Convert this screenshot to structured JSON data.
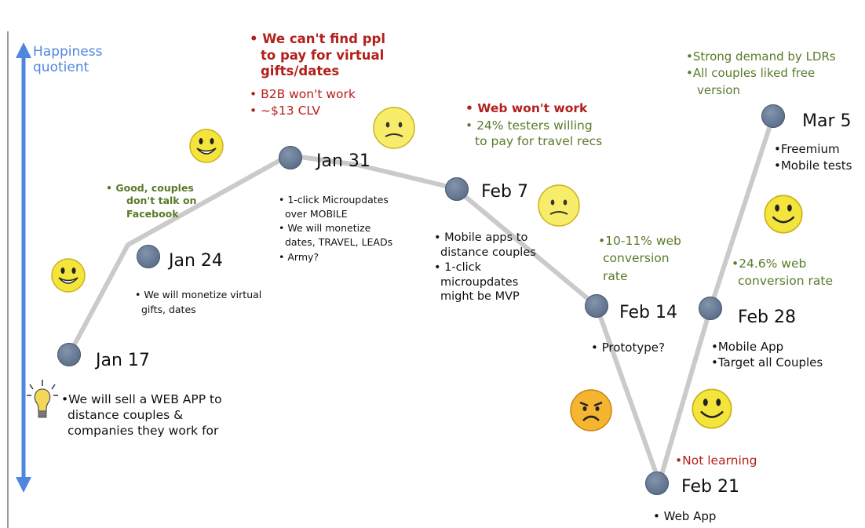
{
  "axis": {
    "label_line1": "Happiness",
    "label_line2": "quotient"
  },
  "milestones": [
    {
      "id": "jan17",
      "date": "Jan 17",
      "notes": [
        "•We will sell a WEB APP to",
        "distance couples &",
        "companies they work for"
      ]
    },
    {
      "id": "jan24",
      "date": "Jan 24",
      "notes": [
        "• We will monetize virtual",
        "gifts, dates"
      ]
    },
    {
      "id": "jan31",
      "date": "Jan 31",
      "notes": [
        "• 1-click Microupdates",
        "over MOBILE",
        "• We will monetize",
        "dates, TRAVEL, LEADs",
        "• Army?"
      ]
    },
    {
      "id": "feb7",
      "date": "Feb 7",
      "notes": [
        "• Mobile apps to",
        "distance couples",
        "• 1-click",
        "microupdates",
        "might be MVP"
      ]
    },
    {
      "id": "feb14",
      "date": "Feb 14",
      "notes": [
        "• Prototype?"
      ]
    },
    {
      "id": "feb21",
      "date": "Feb 21",
      "notes": [
        "• Web App"
      ]
    },
    {
      "id": "feb28",
      "date": "Feb 28",
      "notes": [
        "•Mobile App",
        "•Target all Couples"
      ]
    },
    {
      "id": "mar5",
      "date": "Mar 5",
      "notes": [
        "•Freemium",
        "•Mobile tests"
      ]
    }
  ],
  "feedback": {
    "good_couples": [
      "• Good, couples",
      "don't talk on",
      "Facebook"
    ],
    "jan31_bad_bold": [
      "• We can't find ppl",
      "to pay for virtual",
      "gifts/dates"
    ],
    "jan31_bad_regular": [
      "• B2B won't work",
      "• ~$13 CLV"
    ],
    "feb7_bad": "• Web won't work",
    "feb7_green": [
      "• 24% testers willing",
      "to pay for travel recs"
    ],
    "feb14_green": [
      "•10-11% web",
      "conversion",
      "rate"
    ],
    "feb21_red": "•Not learning",
    "feb28_green": [
      "•24.6% web",
      "conversion rate"
    ],
    "mar5_green": [
      "•Strong demand by LDRs",
      "•All couples liked free",
      "version"
    ]
  },
  "colors": {
    "axis": "#4f86e0",
    "green": "#5a7a2a",
    "red": "#b3201b",
    "path": "#c7c7c7",
    "node": "#6a7b96",
    "smiley": "#f2e13a"
  }
}
